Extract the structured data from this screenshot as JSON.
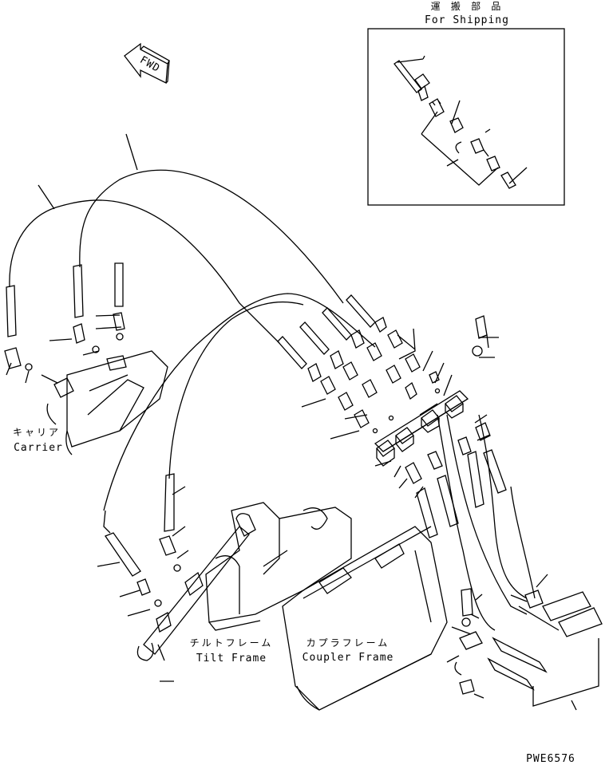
{
  "shipping": {
    "title_jp": "運 搬 部 品",
    "title_en": "For Shipping"
  },
  "arrow": {
    "label": "FWD"
  },
  "labels": {
    "carrier_jp": "キャリア",
    "carrier_en": "Carrier",
    "tilt_jp": "チルトフレーム",
    "tilt_en": "Tilt Frame",
    "coupler_jp": "カプラフレーム",
    "coupler_en": "Coupler Frame"
  },
  "drawing_code": "PWE6576"
}
